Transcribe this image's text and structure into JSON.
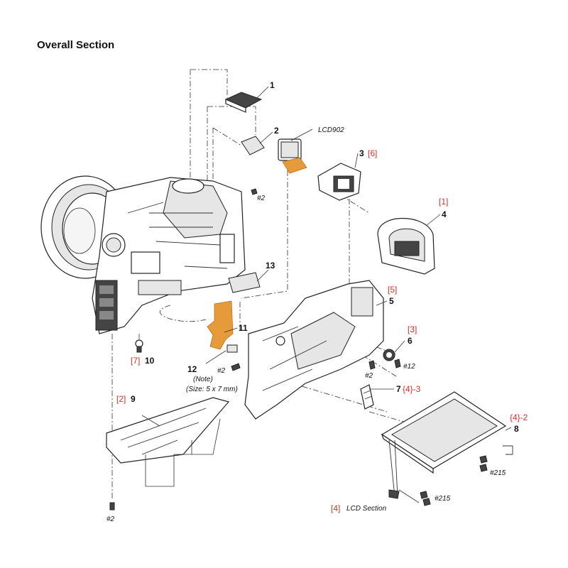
{
  "title": "Overall Section",
  "parts": [
    {
      "num": "1",
      "ref": ""
    },
    {
      "num": "2",
      "ref": ""
    },
    {
      "num": "3",
      "ref": "[6]"
    },
    {
      "num": "4",
      "ref": "[1]"
    },
    {
      "num": "5",
      "ref": "[5]"
    },
    {
      "num": "6",
      "ref": "[3]"
    },
    {
      "num": "7",
      "ref": "{4}-3"
    },
    {
      "num": "8",
      "ref": "{4}-2"
    },
    {
      "num": "9",
      "ref": "[2]"
    },
    {
      "num": "10",
      "ref": "[7]"
    },
    {
      "num": "11",
      "ref": ""
    },
    {
      "num": "12",
      "ref": ""
    },
    {
      "num": "13",
      "ref": ""
    }
  ],
  "labels": {
    "lcd902": "LCD902",
    "note": "(Note)",
    "size": "(Size: 5 x 7 mm)",
    "lcd_section_ref": "[4]",
    "lcd_section": "LCD Section",
    "screws": {
      "s2_top": "#2",
      "s2_mid": "#2",
      "s2_frame": "#2",
      "s2_bottom": "#2",
      "s12": "#12",
      "s215_a": "#215",
      "s215_b": "#215"
    }
  }
}
